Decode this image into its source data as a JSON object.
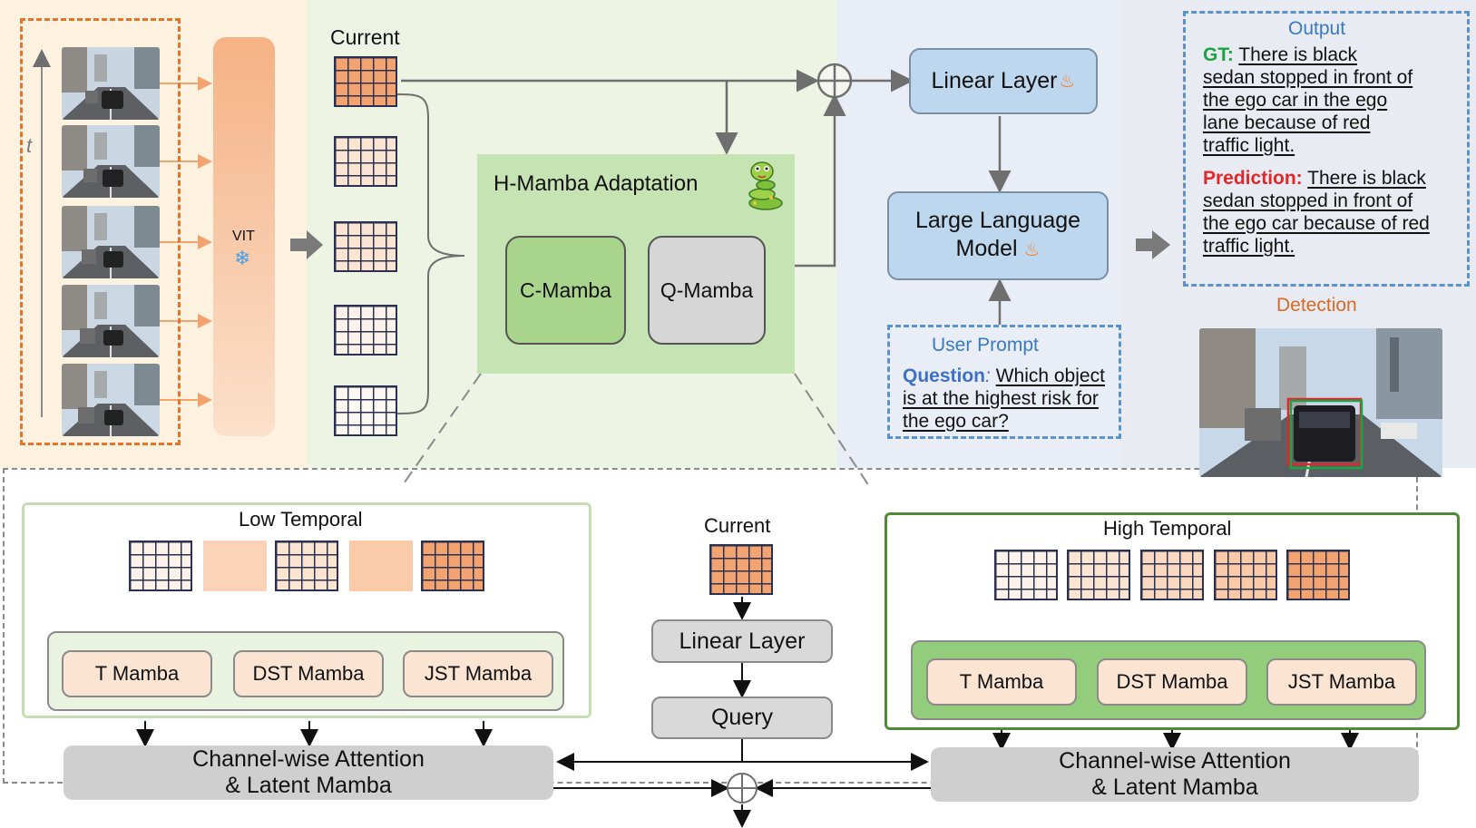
{
  "colors": {
    "panel_vit_bg": "#fdf1e0",
    "panel_mamba_bg": "#eef4e4",
    "panel_llm_bg": "#e9eef6",
    "panel_output_bg": "#e8ebf1",
    "vit_bar": "#f5b98f",
    "frames_border": "#e8742a",
    "grid_cur": "#f3a36f",
    "grid_light": "#fbe4d2",
    "hmamba_bg": "#c6e3b4",
    "cmamba_bg": "#a8d48c",
    "qmamba_bg": "#d6d6d6",
    "llm_box_bg": "#bdd7ee",
    "user_prompt_border": "#5b93cf",
    "gt_green": "#19a544",
    "pred_red": "#e3262a",
    "detection_orange": "#d86a26",
    "output_blue": "#3a78c2",
    "low_border": "#c6dfb2",
    "low_inner_bg": "#e9f3df",
    "high_border": "#4f8a35",
    "high_inner_bg": "#93cd7c",
    "mamba_cell_bg": "#fbe4d2",
    "gray_box": "#d9d9d9",
    "cwa_box": "#cfcfcf"
  },
  "top": {
    "time_axis_label": "t",
    "vit_label": "VIT",
    "vit_icon": "snowflake-icon",
    "current_label": "Current",
    "hmamba": {
      "title": "H-Mamba Adaptation",
      "icon": "snake-icon",
      "c_mamba": "C-Mamba",
      "q_mamba": "Q-Mamba"
    },
    "linear_layer": "Linear Layer",
    "llm_line1": "Large Language",
    "llm_line2": "Model",
    "fire_icon": "fire-icon",
    "user_prompt": {
      "title": "User Prompt",
      "question_label": "Question",
      "question_colon": ":",
      "question_line1": "Which object",
      "question_line2": "is at the highest risk for",
      "question_line3": "the ego car?"
    },
    "output": {
      "title": "Output",
      "gt_label": "GT:",
      "gt_lines": [
        "There is  black",
        "sedan stopped in front of",
        "the ego car in the ego",
        "lane because of red",
        "traffic light."
      ],
      "pred_label": "Prediction:",
      "pred_lines": [
        "There is  black",
        "sedan stopped in front of",
        "the ego car because of red",
        "traffic light."
      ]
    },
    "detection_label": "Detection"
  },
  "bottom": {
    "low_temporal": {
      "title": "Low Temporal",
      "t_mamba": "T Mamba",
      "dst_mamba": "DST Mamba",
      "jst_mamba": "JST Mamba"
    },
    "current_label": "Current",
    "linear_layer": "Linear Layer",
    "query": "Query",
    "high_temporal": {
      "title": "High Temporal",
      "t_mamba": "T Mamba",
      "dst_mamba": "DST Mamba",
      "jst_mamba": "JST Mamba"
    },
    "cwa_left_line1": "Channel-wise Attention",
    "cwa_left_line2": "& Latent Mamba",
    "cwa_right_line1": "Channel-wise Attention",
    "cwa_right_line2": "& Latent Mamba"
  }
}
